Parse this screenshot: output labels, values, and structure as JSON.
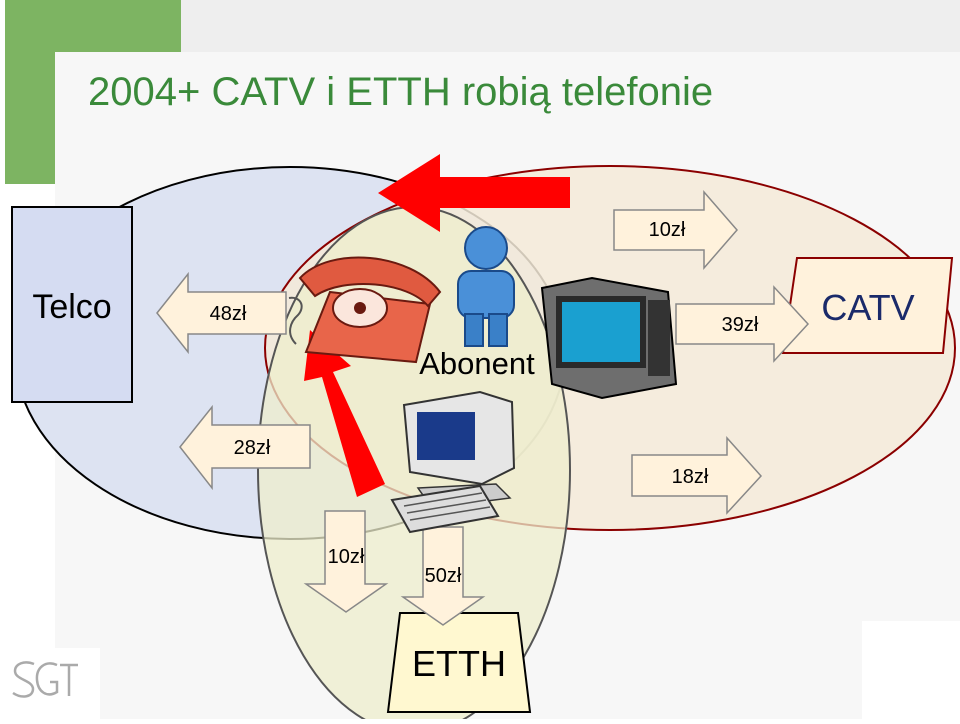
{
  "slide": {
    "title": "2004+ CATV i ETTH robią telefonie",
    "logo_text": "SGT"
  },
  "providers": {
    "telco": "Telco",
    "catv": "CATV",
    "etth": "ETTH"
  },
  "subscriber_label": "Abonent",
  "payments": {
    "telco_phone": "48zł",
    "telco_pc": "28zł",
    "catv_phone": "10zł",
    "catv_tv": "39zł",
    "catv_pc": "18zł",
    "etth_phone": "10zł",
    "etth_pc": "50zł"
  },
  "icons": [
    "telephone-icon",
    "person-icon",
    "television-icon",
    "computer-icon"
  ],
  "colors": {
    "title": "#3a8a3a",
    "accent_green": "#7db462",
    "telco_ellipse": "#dde3f2",
    "catv_ellipse": "#f5ead8",
    "etth_ellipse": "#eeeecc",
    "outline": "#8b0000",
    "migration_arrow": "#ff0000",
    "arrow_fill": "#fff2dc"
  }
}
